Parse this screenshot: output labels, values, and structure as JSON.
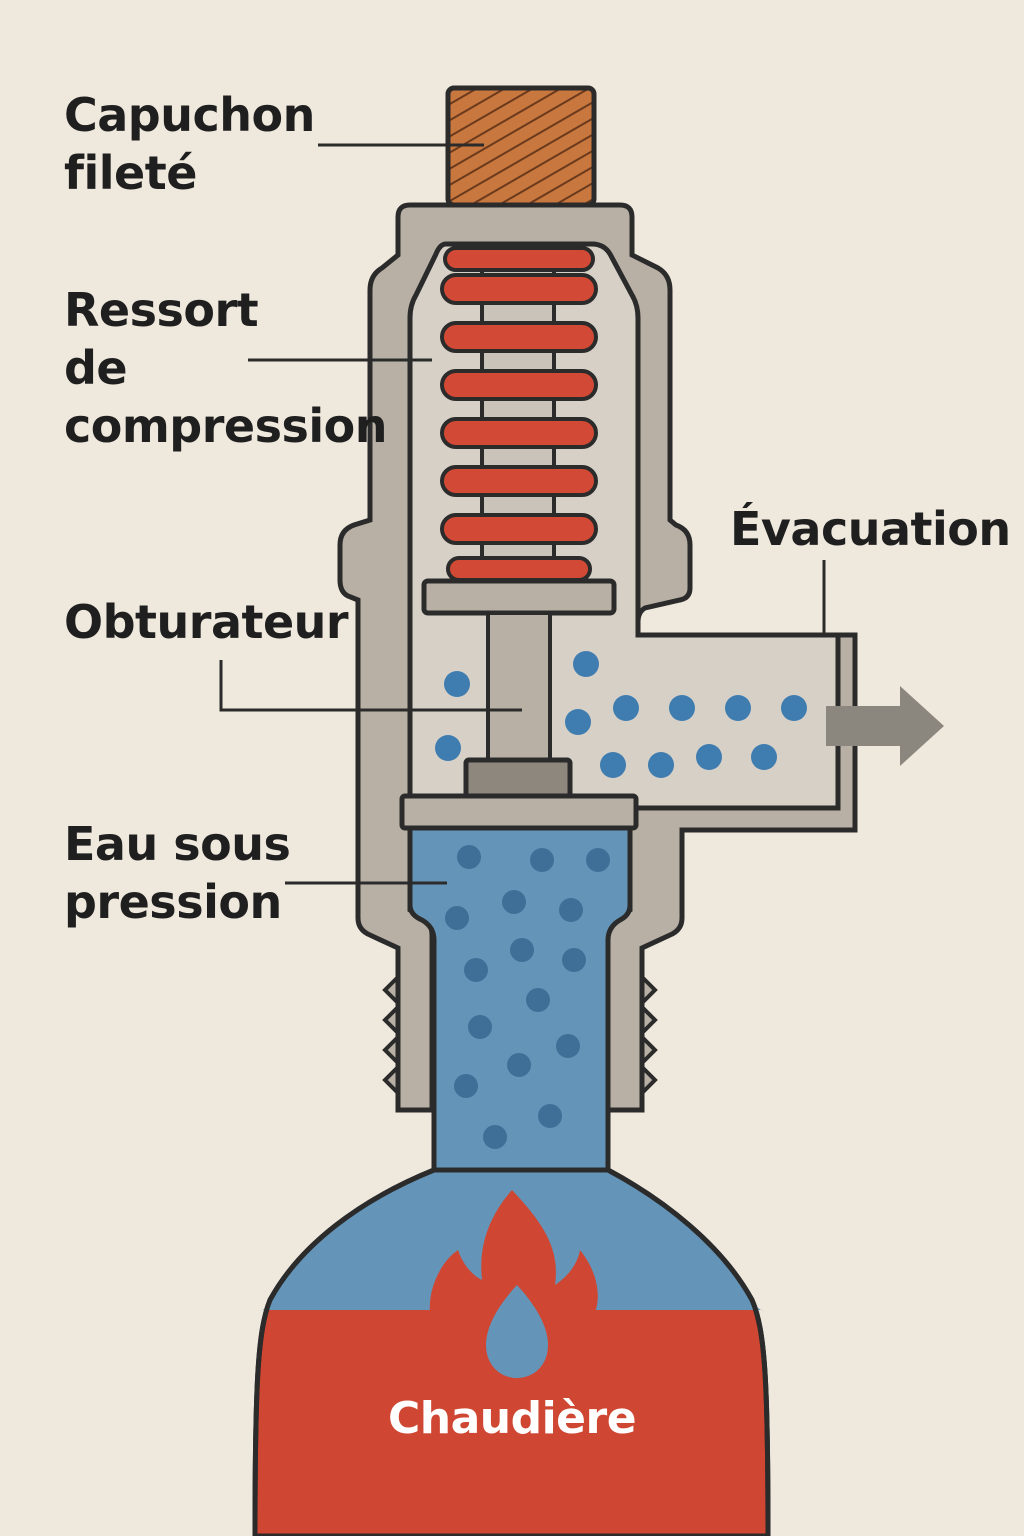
{
  "labels": {
    "cap": [
      "Capuchon",
      "fileté"
    ],
    "spring": [
      "Ressort",
      "de",
      "compression"
    ],
    "outlet": "Évacuation",
    "plug": "Obturateur",
    "water": [
      "Eau sous",
      "pression"
    ],
    "boiler": "Chaudière"
  },
  "colors": {
    "background": "#efe8dd",
    "body": "#b8b0a4",
    "chamber": "#d6d0c6",
    "outline": "#2b2b2b",
    "cap": "#c8773e",
    "spring": "#d24a35",
    "water": "#6495b8",
    "bubble": "#3f6f97",
    "boiler": "#cf4733",
    "arrow": "#8c877e"
  },
  "icons": [
    "flame-icon",
    "droplet-icon",
    "outlet-arrow-icon"
  ]
}
